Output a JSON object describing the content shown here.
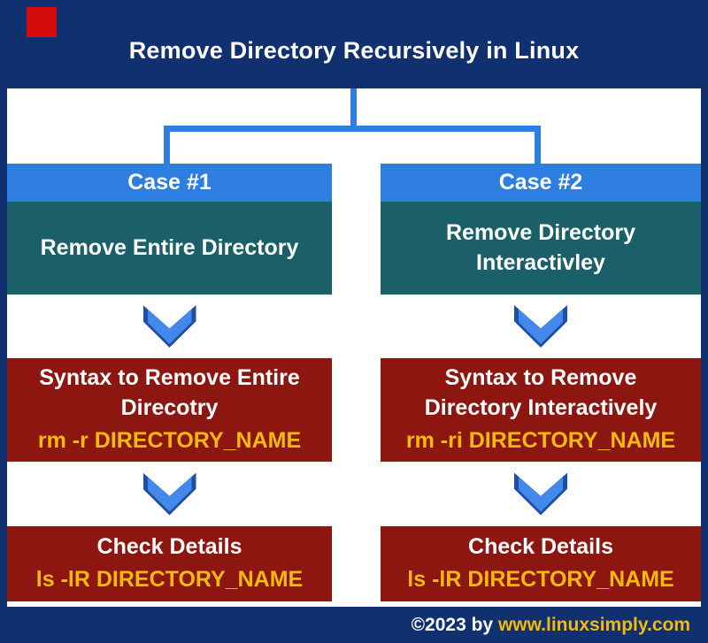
{
  "header": {
    "title": "Remove Directory Recursively in Linux"
  },
  "columns": [
    {
      "case_label": "Case #1",
      "description": "Remove Entire Directory",
      "syntax_title": "Syntax to Remove Entire\nDirecotry",
      "syntax_command": "rm -r DIRECTORY_NAME",
      "details_title": "Check Details",
      "details_command": "ls -lR DIRECTORY_NAME"
    },
    {
      "case_label": "Case #2",
      "description": "Remove Directory\nInteractivley",
      "syntax_title": "Syntax to Remove\nDirectory Interactively",
      "syntax_command": "rm -ri DIRECTORY_NAME",
      "details_title": "Check Details",
      "details_command": "ls -lR DIRECTORY_NAME"
    }
  ],
  "footer": {
    "copyright": "©2023 by ",
    "website": "www.linuxsimply.com"
  },
  "icons": {
    "down_arrow": "chevron-down-icon"
  },
  "colors": {
    "navy": "#10306f",
    "bright_blue": "#2e7de0",
    "teal": "#1b5f68",
    "dark_red": "#8d1710",
    "gold": "#f2b90e",
    "red_marker": "#d60b0b",
    "white": "#ffffff"
  }
}
